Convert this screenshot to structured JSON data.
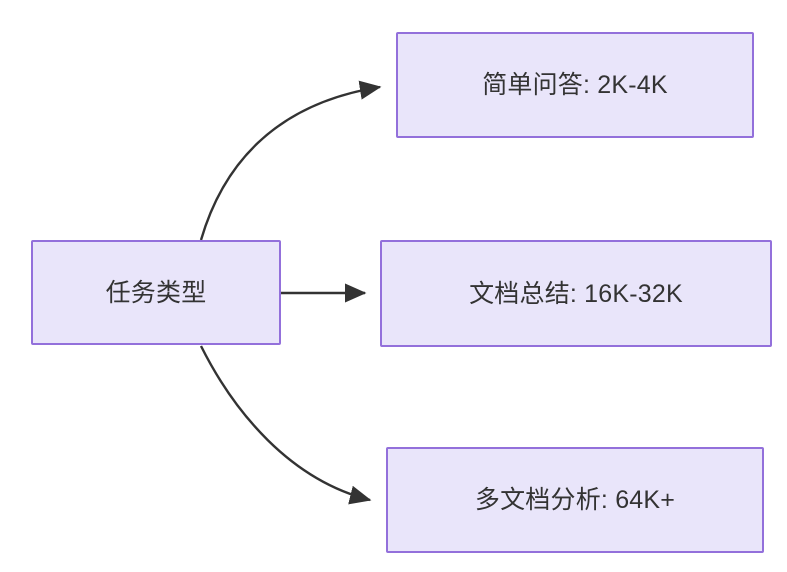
{
  "diagram": {
    "type": "flowchart",
    "direction": "left-to-right",
    "background_color": "#ffffff",
    "node_fill_color": "#e9e5fa",
    "node_border_color": "#9370db",
    "node_text_color": "#333333",
    "edge_color": "#333333",
    "nodes": [
      {
        "id": "source",
        "label": "任务类型",
        "role": "root"
      },
      {
        "id": "simple-qa",
        "label": "简单问答: 2K-4K",
        "role": "leaf"
      },
      {
        "id": "doc-summary",
        "label": "文档总结: 16K-32K",
        "role": "leaf"
      },
      {
        "id": "multi-doc",
        "label": "多文档分析: 64K+",
        "role": "leaf"
      }
    ],
    "edges": [
      {
        "id": "edge-source-to-simple-qa",
        "from": "source",
        "to": "simple-qa",
        "style": "curved",
        "arrowhead": "solid-triangle"
      },
      {
        "id": "edge-source-to-doc-summary",
        "from": "source",
        "to": "doc-summary",
        "style": "straight",
        "arrowhead": "solid-triangle"
      },
      {
        "id": "edge-source-to-multi-doc",
        "from": "source",
        "to": "multi-doc",
        "style": "curved",
        "arrowhead": "solid-triangle"
      }
    ]
  }
}
